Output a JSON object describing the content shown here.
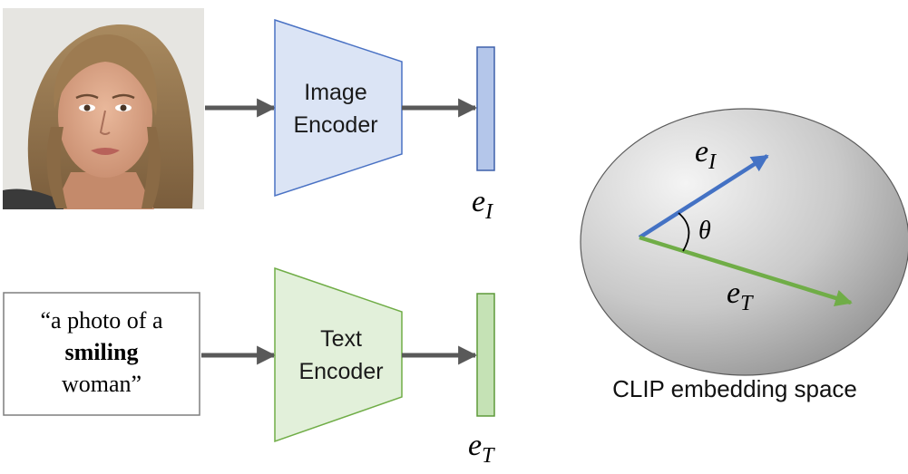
{
  "image_encoder": {
    "line1": "Image",
    "line2": "Encoder",
    "fill": "#dbe4f5",
    "stroke": "#4a72c4",
    "embedding_fill": "#b4c6ea",
    "embedding_stroke": "#3e60ab",
    "embedding_label": {
      "main": "e",
      "sub": "I"
    }
  },
  "text_encoder": {
    "line1": "Text",
    "line2": "Encoder",
    "fill": "#e2f0da",
    "stroke": "#70ad47",
    "embedding_fill": "#c5e2b5",
    "embedding_stroke": "#5e9a3a",
    "embedding_label": {
      "main": "e",
      "sub": "T"
    }
  },
  "text_prompt": {
    "line1": "“a photo of a",
    "line2": "smiling",
    "line3": "woman”"
  },
  "photo": {
    "subject": "portrait photo of a woman"
  },
  "embedding_space": {
    "caption": "CLIP embedding space",
    "image_vector_label": {
      "main": "e",
      "sub": "I"
    },
    "text_vector_label": {
      "main": "e",
      "sub": "T"
    },
    "angle_label": "θ",
    "image_vector_color": "#4472c4",
    "text_vector_color": "#70ad47"
  },
  "arrow_color": "#595959"
}
